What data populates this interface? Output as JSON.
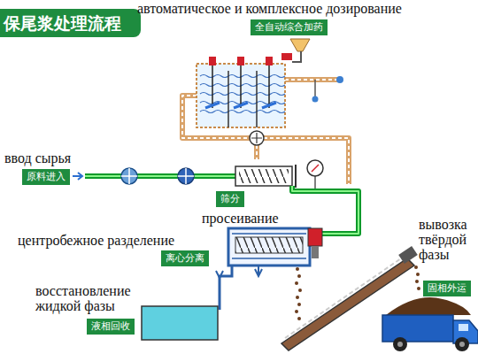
{
  "diagram": {
    "title": "保尾浆处理流程",
    "nodes": [
      {
        "text": [
          "автоматическое и комплексное дозирование",
          "全自动综合加药"
        ]
      },
      {
        "text": [
          "ввод сырья",
          "原料进入"
        ]
      },
      {
        "text": [
          "просеивание",
          "筛分"
        ]
      },
      {
        "text": [
          "центробежное разделение",
          "离心分离"
        ]
      },
      {
        "text": [
          "восстановление жидкой фазы",
          "液相回收"
        ]
      },
      {
        "text": [
          "вывозка твёрдой фазы",
          "固相外运"
        ]
      }
    ]
  }
}
